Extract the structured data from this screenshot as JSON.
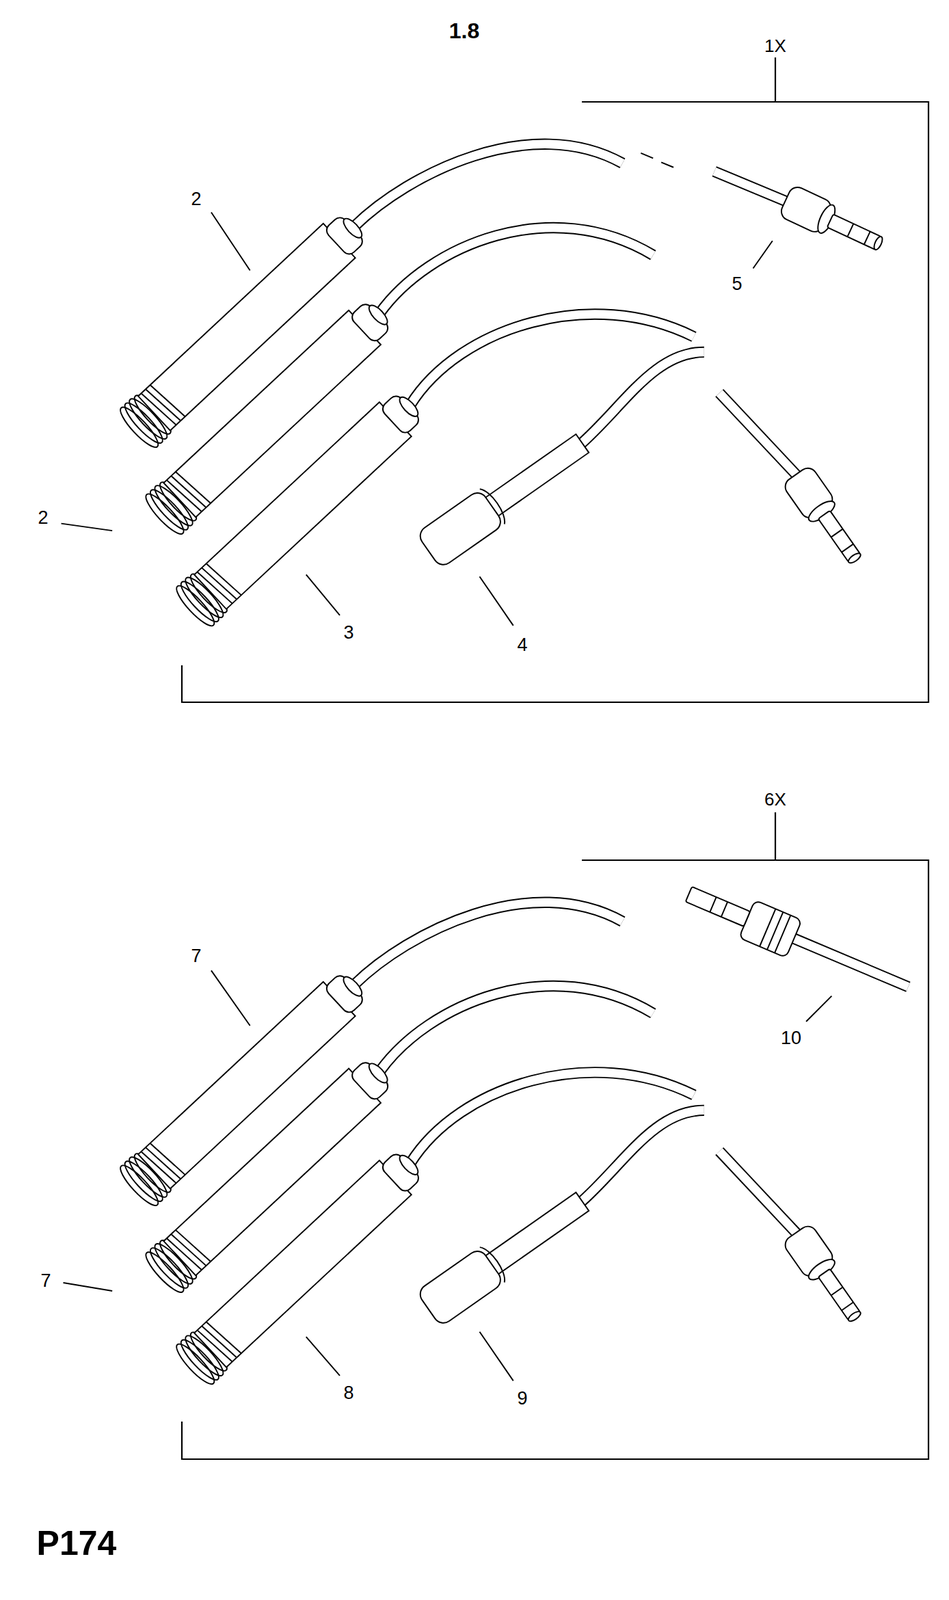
{
  "diagram": {
    "labels": [
      "1.8",
      "1X",
      "2",
      "5",
      "2",
      "3",
      "4",
      "6X",
      "7",
      "10",
      "7",
      "8",
      "9",
      "P174"
    ]
  }
}
